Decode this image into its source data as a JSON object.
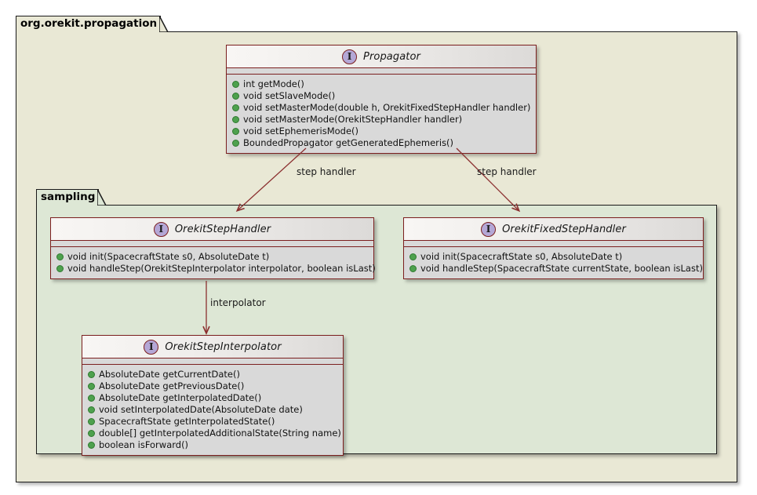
{
  "diagram": {
    "type": "uml-class-diagram",
    "colors": {
      "outer_package_bg": "#E9E8D5",
      "inner_package_bg": "#DDE7D5",
      "class_border": "#7B1F1F",
      "class_body_bg": "#D9D9D9",
      "class_header_gradient_from": "#F8F6F4",
      "class_header_gradient_to": "#DCDAD8",
      "interface_icon_fill": "#B4A7D6",
      "method_bullet": "#4EA14E",
      "edge_color": "#8B2F2F",
      "package_border": "#1A1A1A",
      "page_bg": "#FFFFFF"
    }
  },
  "packages": {
    "outer": {
      "label": "org.orekit.propagation"
    },
    "inner": {
      "label": "sampling"
    }
  },
  "classes": {
    "propagator": {
      "stereotype_icon": "interface-icon",
      "stereotype_letter": "I",
      "name": "Propagator",
      "attributes": [],
      "methods": [
        "int getMode()",
        "void setSlaveMode()",
        "void setMasterMode(double h, OrekitFixedStepHandler handler)",
        "void setMasterMode(OrekitStepHandler handler)",
        "void setEphemerisMode()",
        "BoundedPropagator getGeneratedEphemeris()"
      ]
    },
    "orekit_step_handler": {
      "stereotype_icon": "interface-icon",
      "stereotype_letter": "I",
      "name": "OrekitStepHandler",
      "attributes": [],
      "methods": [
        "void init(SpacecraftState s0, AbsoluteDate t)",
        "void handleStep(OrekitStepInterpolator interpolator, boolean isLast)"
      ]
    },
    "orekit_fixed_step_handler": {
      "stereotype_icon": "interface-icon",
      "stereotype_letter": "I",
      "name": "OrekitFixedStepHandler",
      "attributes": [],
      "methods": [
        "void init(SpacecraftState s0, AbsoluteDate t)",
        "void handleStep(SpacecraftState currentState, boolean isLast)"
      ]
    },
    "orekit_step_interpolator": {
      "stereotype_icon": "interface-icon",
      "stereotype_letter": "I",
      "name": "OrekitStepInterpolator",
      "attributes": [],
      "methods": [
        "AbsoluteDate getCurrentDate()",
        "AbsoluteDate getPreviousDate()",
        "AbsoluteDate getInterpolatedDate()",
        "void setInterpolatedDate(AbsoluteDate date)",
        "SpacecraftState getInterpolatedState()",
        "double[] getInterpolatedAdditionalState(String name)",
        "boolean isForward()"
      ]
    }
  },
  "edges": [
    {
      "id": "propagator-to-step-handler",
      "from": "Propagator",
      "to": "OrekitStepHandler",
      "label": "step handler"
    },
    {
      "id": "propagator-to-fixed-step-handler",
      "from": "Propagator",
      "to": "OrekitFixedStepHandler",
      "label": "step handler"
    },
    {
      "id": "step-handler-to-interpolator",
      "from": "OrekitStepHandler",
      "to": "OrekitStepInterpolator",
      "label": "interpolator"
    }
  ]
}
